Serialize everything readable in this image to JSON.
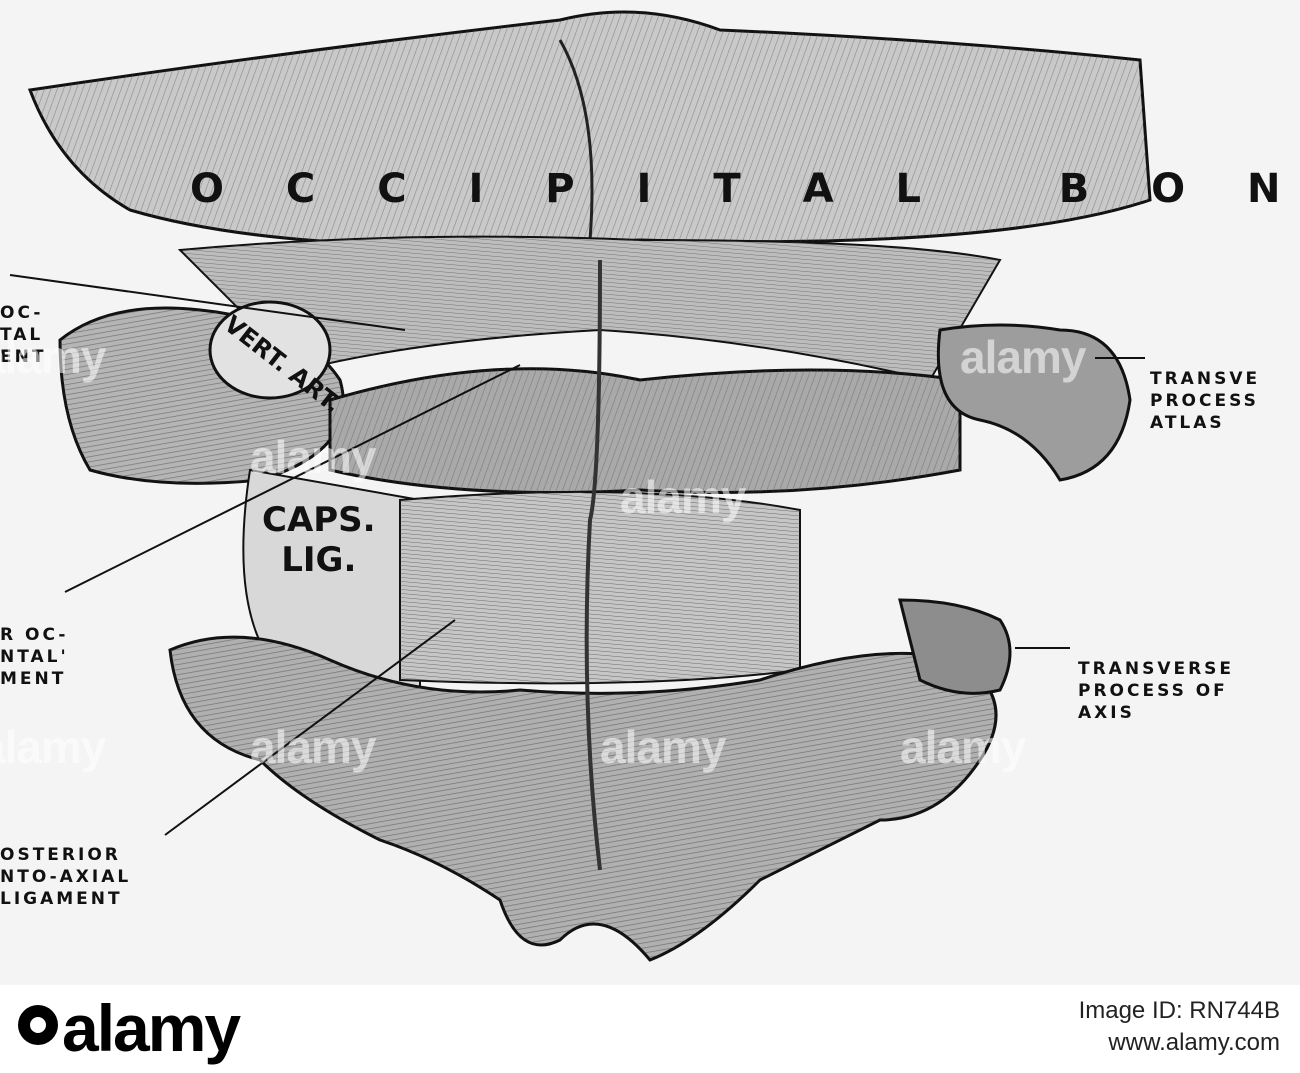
{
  "figure": {
    "bone_title": "O C C I P I T A L   B O N E",
    "caps_label": [
      "CAPS.",
      "LIG."
    ],
    "vessel_label": "VERT. ART.",
    "labels": [
      {
        "id": "label-posterior-occipito-atlantal-top",
        "lines": [
          "OC-",
          "TAL",
          "ENT"
        ]
      },
      {
        "id": "label-transverse-process-atlas",
        "lines": [
          "TRANSVE",
          "PROCESS",
          "ATLAS"
        ]
      },
      {
        "id": "label-posterior-occipito-atlantal-mid",
        "lines": [
          "R OC-",
          "NTAL'",
          "MENT"
        ]
      },
      {
        "id": "label-transverse-process-axis",
        "lines": [
          "TRANSVERSE",
          "PROCESS OF",
          "AXIS"
        ]
      },
      {
        "id": "label-posterior-atlanto-axial",
        "lines": [
          "OSTERIOR",
          "NTO-AXIAL",
          "LIGAMENT"
        ]
      }
    ]
  },
  "watermark": "alamy",
  "footer": {
    "brand": "alamy",
    "image_id_label": "Image ID: RN744B",
    "url": "www.alamy.com"
  }
}
